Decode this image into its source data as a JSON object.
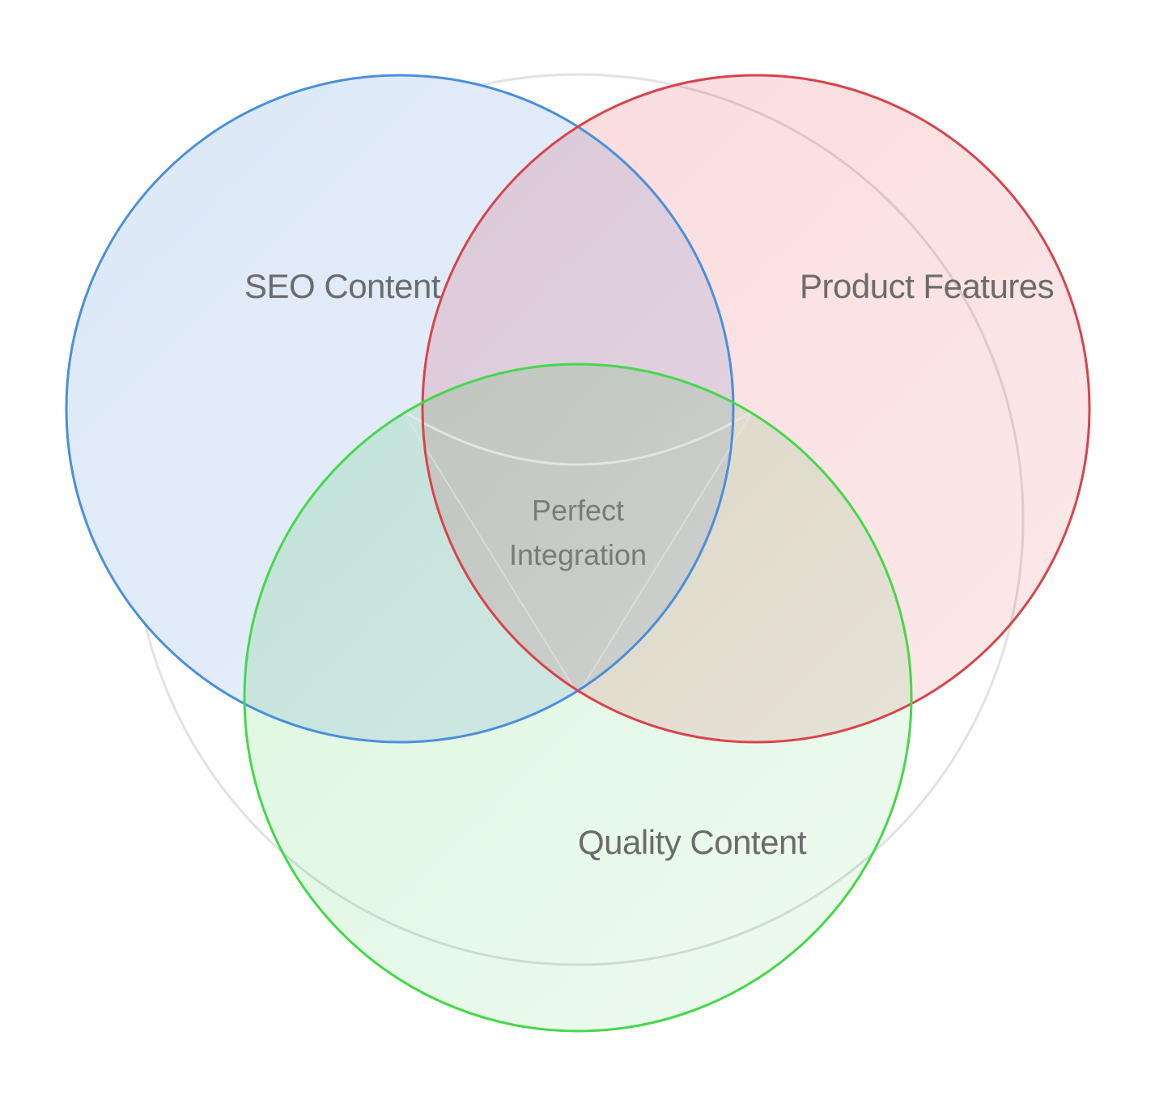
{
  "diagram": {
    "type": "venn",
    "sets": [
      {
        "label": "SEO Content",
        "stroke": "#4a8fdb",
        "fill_start": "#dce8f8",
        "fill_end": "#e8eefb"
      },
      {
        "label": "Product Features",
        "stroke": "#d9434b",
        "fill_start": "#fbdbdd",
        "fill_end": "#fbe9ea"
      },
      {
        "label": "Quality Content",
        "stroke": "#44d84a",
        "fill_start": "#dcf7de",
        "fill_end": "#eefaef"
      }
    ],
    "intersection": {
      "line1": "Perfect",
      "line2": "Integration"
    },
    "background_ring_color": "#e2e2e2"
  }
}
